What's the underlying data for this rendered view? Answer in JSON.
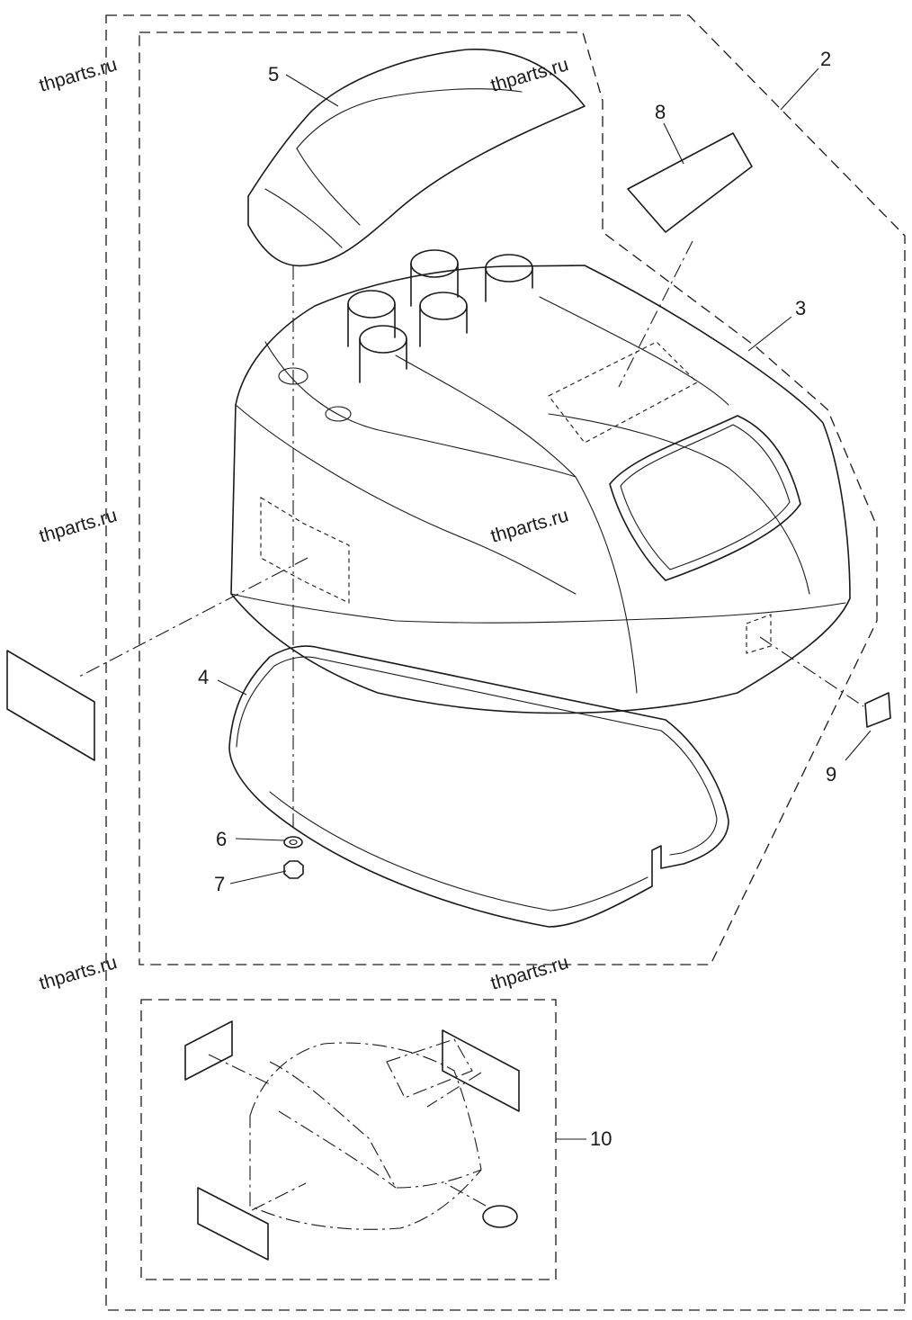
{
  "watermark": "thparts.ru",
  "callouts": [
    "2",
    "3",
    "4",
    "5",
    "6",
    "7",
    "8",
    "9",
    "10"
  ],
  "colors": {
    "line": "#1a1a1a",
    "background": "#ffffff"
  }
}
